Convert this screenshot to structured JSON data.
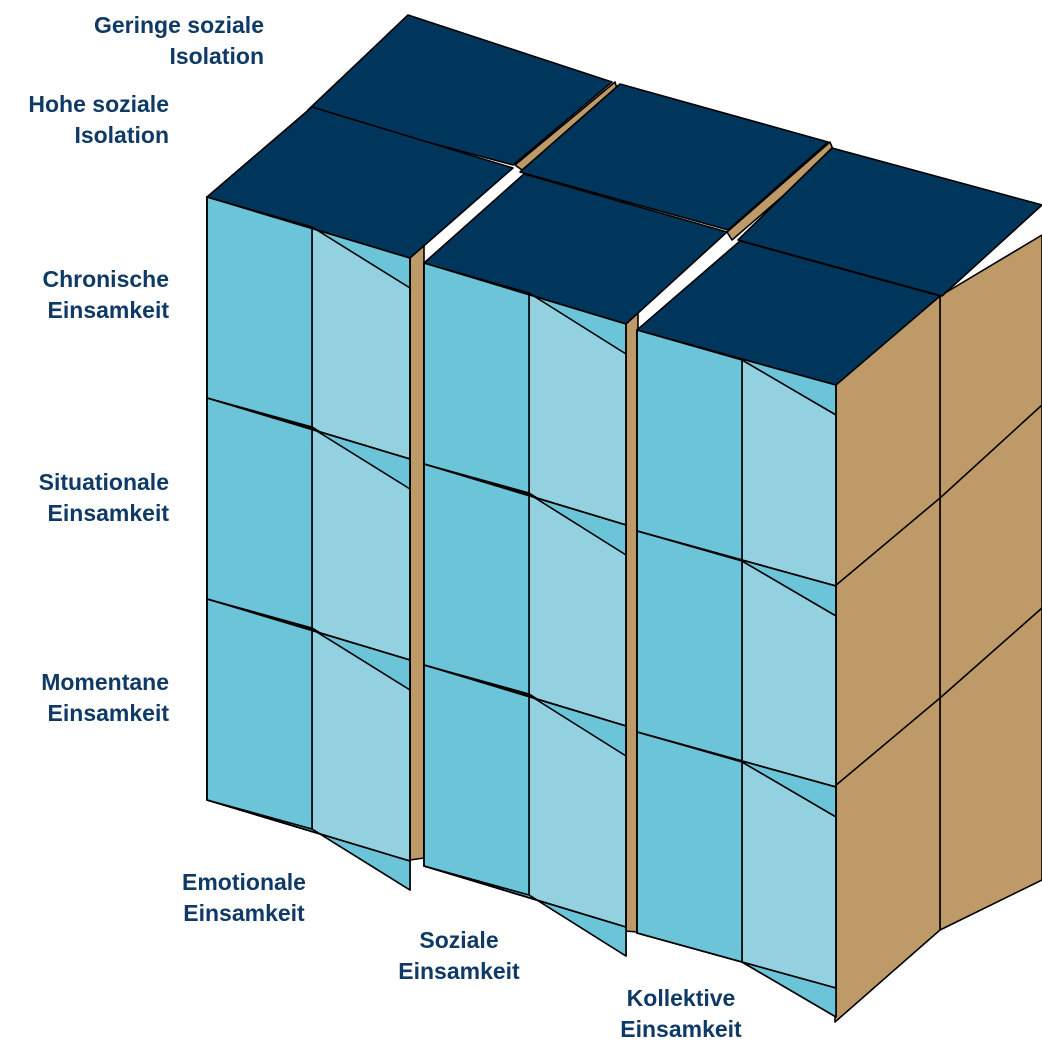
{
  "labels": {
    "isolation_low": {
      "line1": "Geringe soziale",
      "line2": "Isolation"
    },
    "isolation_high": {
      "line1": "Hohe soziale",
      "line2": "Isolation"
    },
    "time_chronic": {
      "line1": "Chronische",
      "line2": "Einsamkeit"
    },
    "time_situational": {
      "line1": "Situationale",
      "line2": "Einsamkeit"
    },
    "time_momentary": {
      "line1": "Momentane",
      "line2": "Einsamkeit"
    },
    "type_emotional": {
      "line1": "Emotionale",
      "line2": "Einsamkeit"
    },
    "type_social": {
      "line1": "Soziale",
      "line2": "Einsamkeit"
    },
    "type_collective": {
      "line1": "Kollektive",
      "line2": "Einsamkeit"
    }
  },
  "colors": {
    "top": "#00365c",
    "cell_face": "#6bc4d8",
    "cell_back": "#93d1e1",
    "side": "#be9a69",
    "text": "#0f3a66",
    "edge": "#000000"
  }
}
